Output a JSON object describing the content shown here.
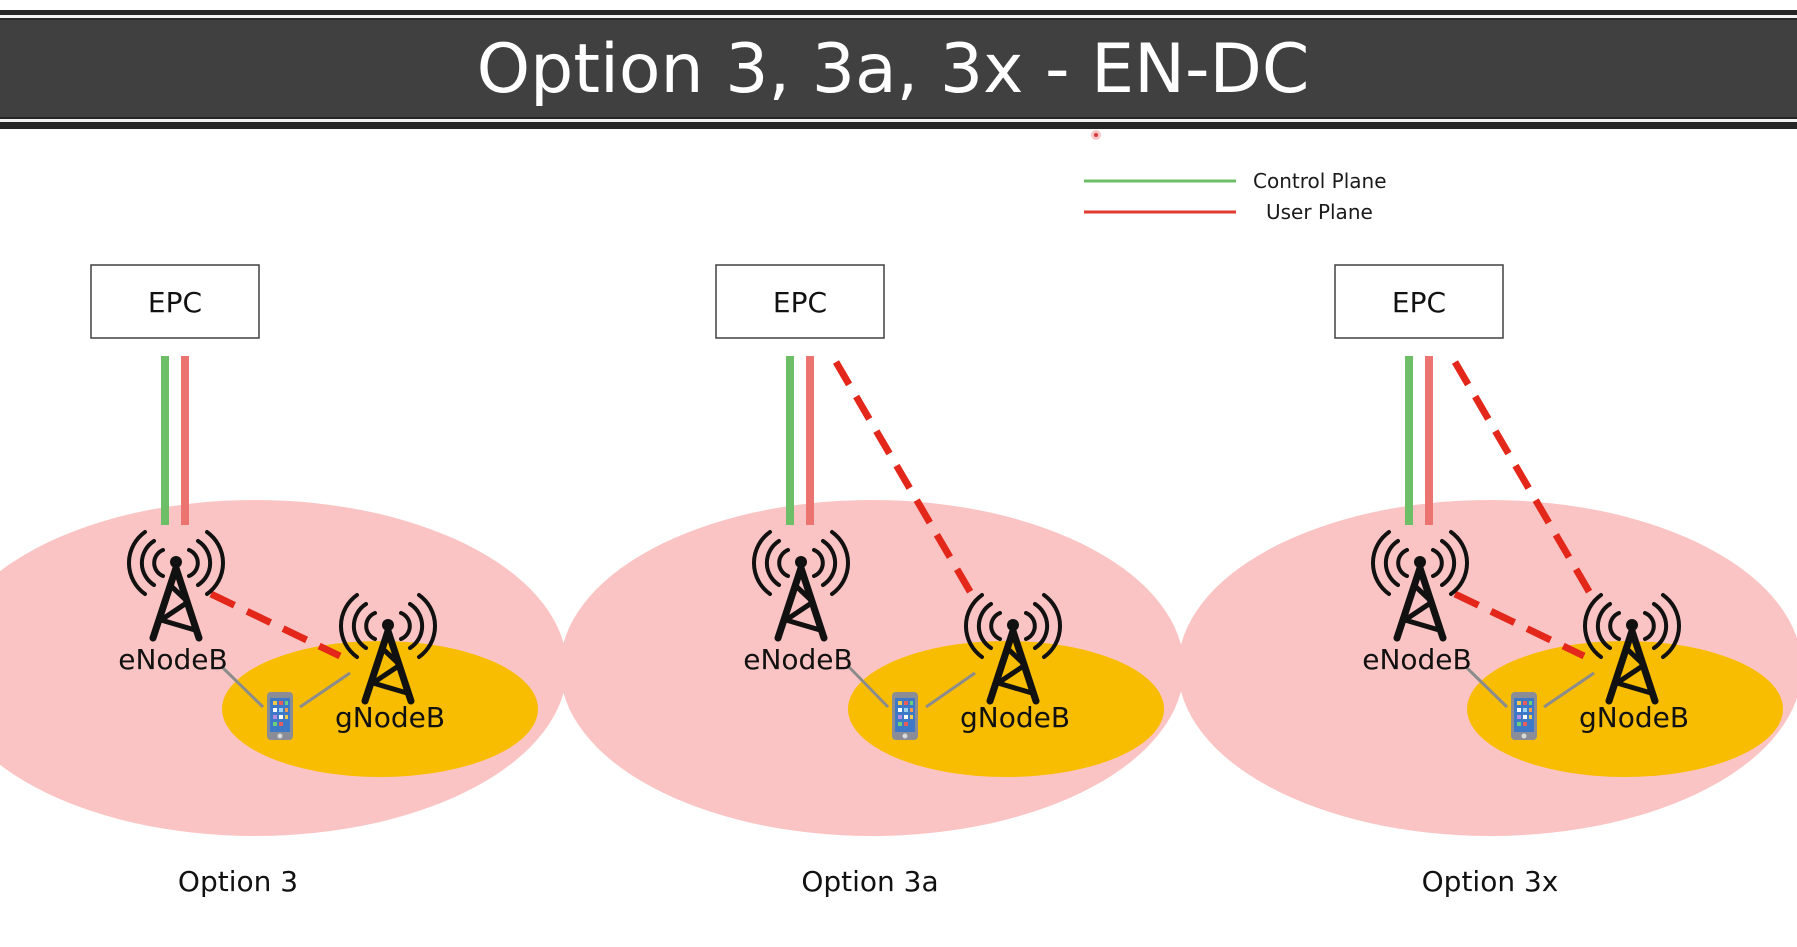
{
  "slide": {
    "title": "Option 3, 3a, 3x - EN-DC"
  },
  "legend": {
    "control_label": "Control Plane",
    "user_label": "User Plane"
  },
  "colors": {
    "banner": "#404040",
    "control_plane": "#6cbf66",
    "user_plane_line": "#ec7470",
    "user_plane_dash": "#e3281b",
    "lte_coverage": "#fbc4c4",
    "nr_coverage": "#f8bd00",
    "ue_link": "#8c8c8c",
    "tower": "#111111"
  },
  "icons": {
    "tower": "cell-tower-icon",
    "phone": "smartphone-icon"
  },
  "options": [
    {
      "id": "opt3",
      "core_label": "EPC",
      "lte_node_label": "eNodeB",
      "nr_node_label": "gNodeB",
      "caption": "Option 3",
      "user_plane_path": "via eNodeB (X2 to gNodeB)"
    },
    {
      "id": "opt3a",
      "core_label": "EPC",
      "lte_node_label": "eNodeB",
      "nr_node_label": "gNodeB",
      "caption": "Option 3a",
      "user_plane_path": "EPC direct to gNodeB"
    },
    {
      "id": "opt3x",
      "core_label": "EPC",
      "lte_node_label": "eNodeB",
      "nr_node_label": "gNodeB",
      "caption": "Option 3x",
      "user_plane_path": "EPC direct to gNodeB + X2 split"
    }
  ]
}
